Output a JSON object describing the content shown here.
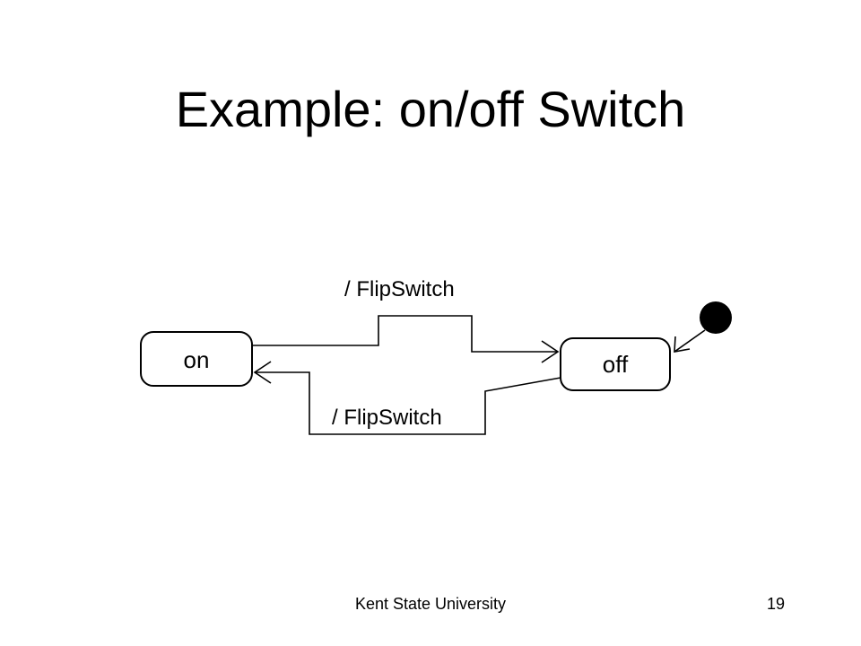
{
  "slide": {
    "title": "Example: on/off Switch",
    "footer_text": "Kent State University",
    "page_number": "19"
  },
  "diagram": {
    "states": [
      {
        "id": "on",
        "label": "on"
      },
      {
        "id": "off",
        "label": "off"
      }
    ],
    "initial_state": "off",
    "transitions": [
      {
        "from": "on",
        "to": "off",
        "label": "/ FlipSwitch"
      },
      {
        "from": "off",
        "to": "on",
        "label": "/ FlipSwitch"
      }
    ]
  }
}
